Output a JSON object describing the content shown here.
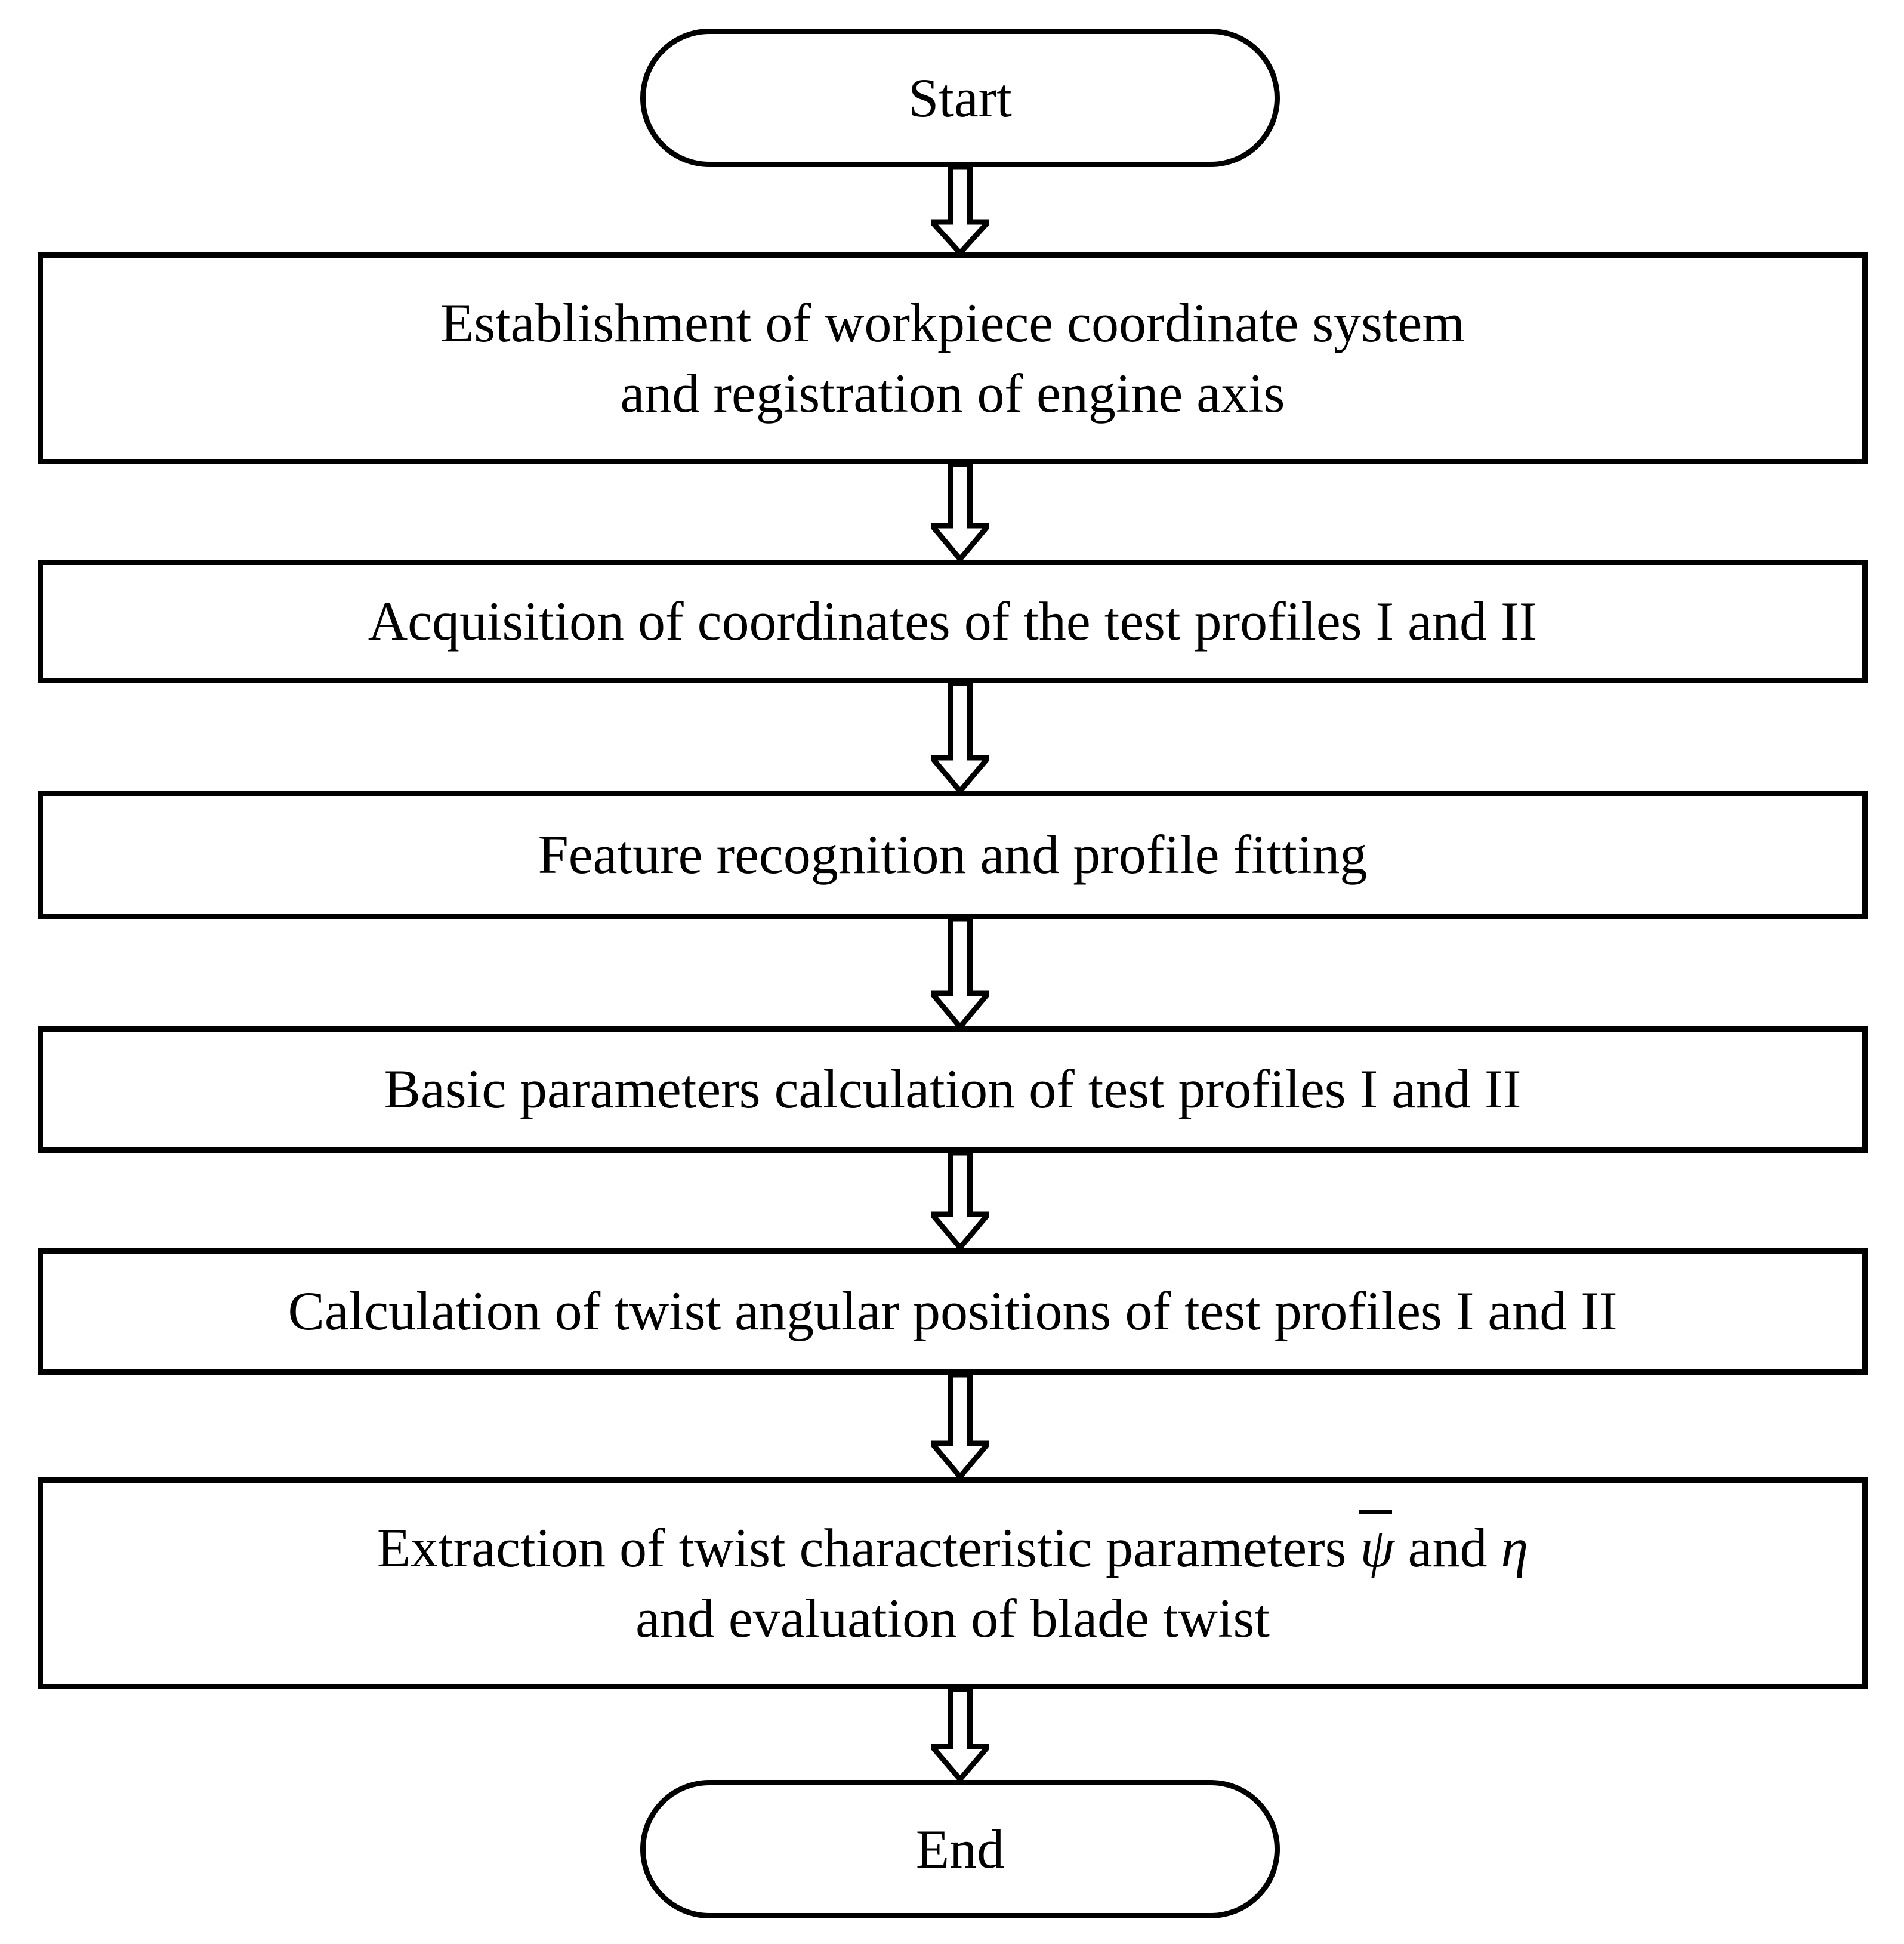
{
  "diagram": {
    "title": "Blade twist measurement and evaluation flowchart",
    "type": "flowchart",
    "orientation": "top-to-bottom",
    "stroke_color": "#000000",
    "fill_color": "#ffffff",
    "nodes": [
      {
        "id": "start",
        "shape": "terminator",
        "label": "Start"
      },
      {
        "id": "step1",
        "shape": "process",
        "line1": "Establishment of workpiece coordinate system",
        "line2": "and registration of engine axis"
      },
      {
        "id": "step2",
        "shape": "process",
        "line1": "Acquisition of coordinates of the test profiles I and II"
      },
      {
        "id": "step3",
        "shape": "process",
        "line1": "Feature recognition and profile fitting"
      },
      {
        "id": "step4",
        "shape": "process",
        "line1": "Basic parameters calculation of test profiles I and II"
      },
      {
        "id": "step5",
        "shape": "process",
        "line1": "Calculation of twist angular positions of test profiles I and II"
      },
      {
        "id": "step6",
        "shape": "process",
        "line1_part1": "Extraction of twist characteristic parameters ",
        "line1_psi": "ψ",
        "line1_part2": " and ",
        "line1_eta": "η",
        "line2": "and evaluation of blade twist"
      },
      {
        "id": "end",
        "shape": "terminator",
        "label": "End"
      }
    ],
    "connectors": [
      {
        "id": "arrow-1",
        "from": "start",
        "to": "step1",
        "style": "hollow-block-arrow",
        "direction": "down"
      },
      {
        "id": "arrow-2",
        "from": "step1",
        "to": "step2",
        "style": "hollow-block-arrow",
        "direction": "down"
      },
      {
        "id": "arrow-3",
        "from": "step2",
        "to": "step3",
        "style": "hollow-block-arrow",
        "direction": "down"
      },
      {
        "id": "arrow-4",
        "from": "step3",
        "to": "step4",
        "style": "hollow-block-arrow",
        "direction": "down"
      },
      {
        "id": "arrow-5",
        "from": "step4",
        "to": "step5",
        "style": "hollow-block-arrow",
        "direction": "down"
      },
      {
        "id": "arrow-6",
        "from": "step5",
        "to": "step6",
        "style": "hollow-block-arrow",
        "direction": "down"
      },
      {
        "id": "arrow-7",
        "from": "step6",
        "to": "end",
        "style": "hollow-block-arrow",
        "direction": "down"
      }
    ]
  }
}
